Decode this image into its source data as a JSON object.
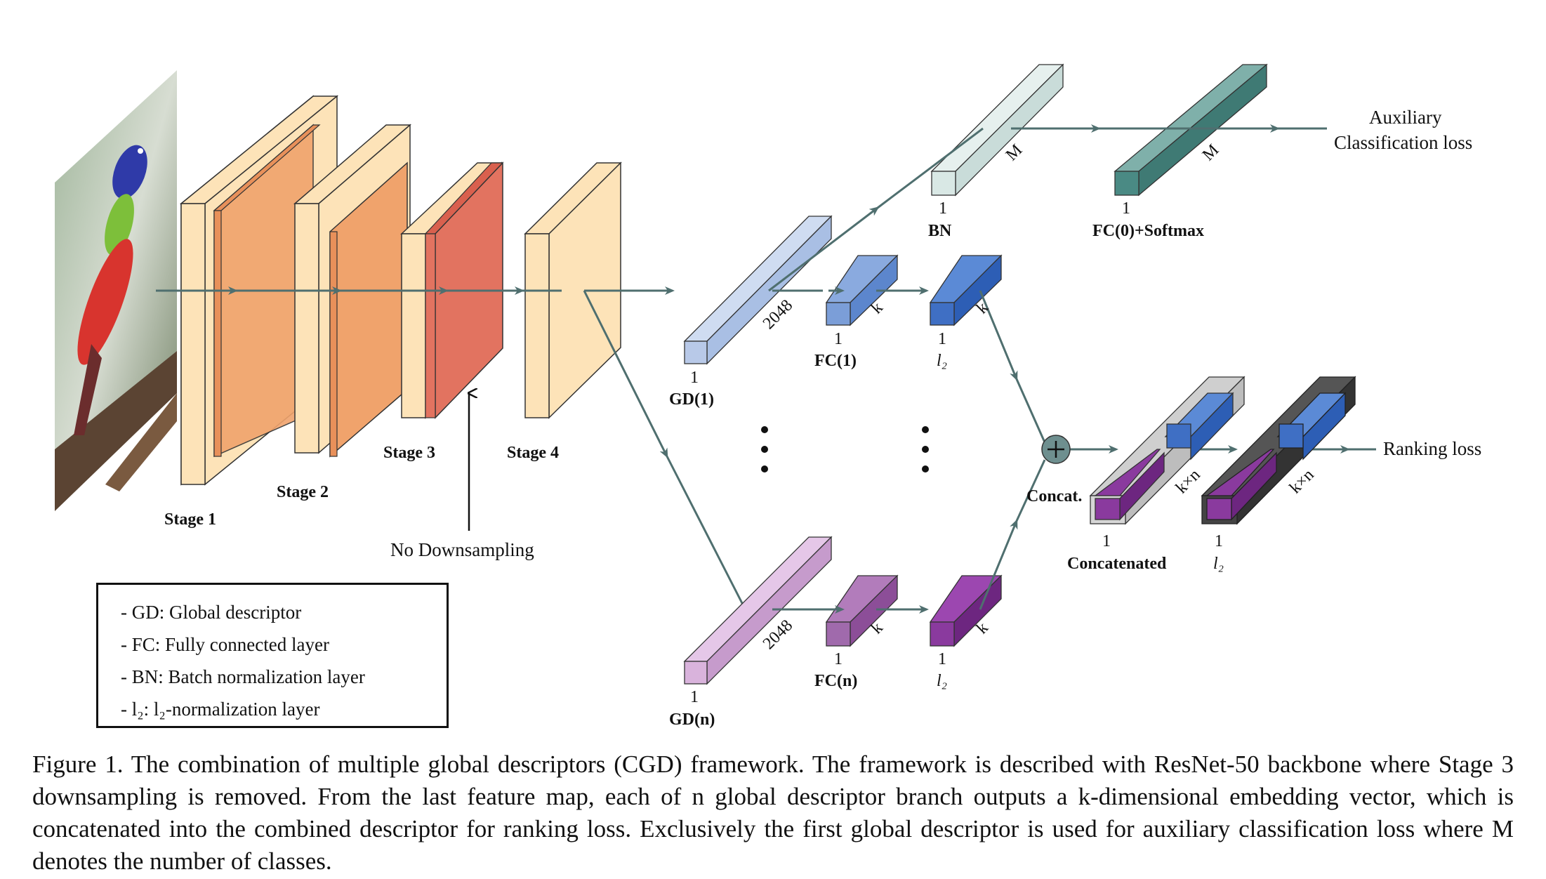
{
  "stages": [
    "Stage 1",
    "Stage 2",
    "Stage 3",
    "Stage 4"
  ],
  "no_downsampling": "No Downsampling",
  "branch1": {
    "gd_label": "GD(1)",
    "gd_one": "1",
    "gd_dim": "2048",
    "fc_label": "FC(1)",
    "fc_one": "1",
    "fc_dim": "k",
    "l2_label": "l₂",
    "l2_one": "1",
    "l2_dim": "k"
  },
  "branchn": {
    "gd_label": "GD(n)",
    "gd_one": "1",
    "gd_dim": "2048",
    "fc_label": "FC(n)",
    "fc_one": "1",
    "fc_dim": "k",
    "l2_label": "l₂",
    "l2_one": "1",
    "l2_dim": "k"
  },
  "aux": {
    "bn_label": "BN",
    "bn_one": "1",
    "bn_dim": "M",
    "fc0_label": "FC(0)+Softmax",
    "fc0_one": "1",
    "fc0_dim": "M",
    "loss_line1": "Auxiliary",
    "loss_line2": "Classification loss"
  },
  "concat": {
    "op_label": "Concat.",
    "block_label": "Concatenated",
    "block_one": "1",
    "block_dim": "k×n",
    "l2_label": "l₂",
    "l2_one": "1",
    "l2_dim": "k×n",
    "ranking_loss": "Ranking loss"
  },
  "legend": [
    "- GD: Global descriptor",
    "- FC: Fully connected layer",
    "- BN: Batch normalization layer",
    "- l₂: l₂-normalization layer"
  ],
  "caption": "Figure 1. The combination of multiple global descriptors (CGD) framework. The framework is described with ResNet-50 backbone where Stage 3 downsampling is removed. From the last feature map, each of n global descriptor branch outputs a k-dimensional embedding vector, which is concatenated into the combined descriptor for ranking loss. Exclusively the first global descriptor is used for auxiliary classification loss where M denotes the number of classes.",
  "colors": {
    "arrow": "#4f6f6f",
    "stage_light": "#fde3b8",
    "stage_mid": "#f0a36c",
    "stage_dark": "#e27360",
    "gd1": "#b8c9e8",
    "gdn": "#d9b3dc",
    "blue": "#4b7ecc",
    "purple": "#8a3a9e",
    "teal": "#4a8a84"
  }
}
